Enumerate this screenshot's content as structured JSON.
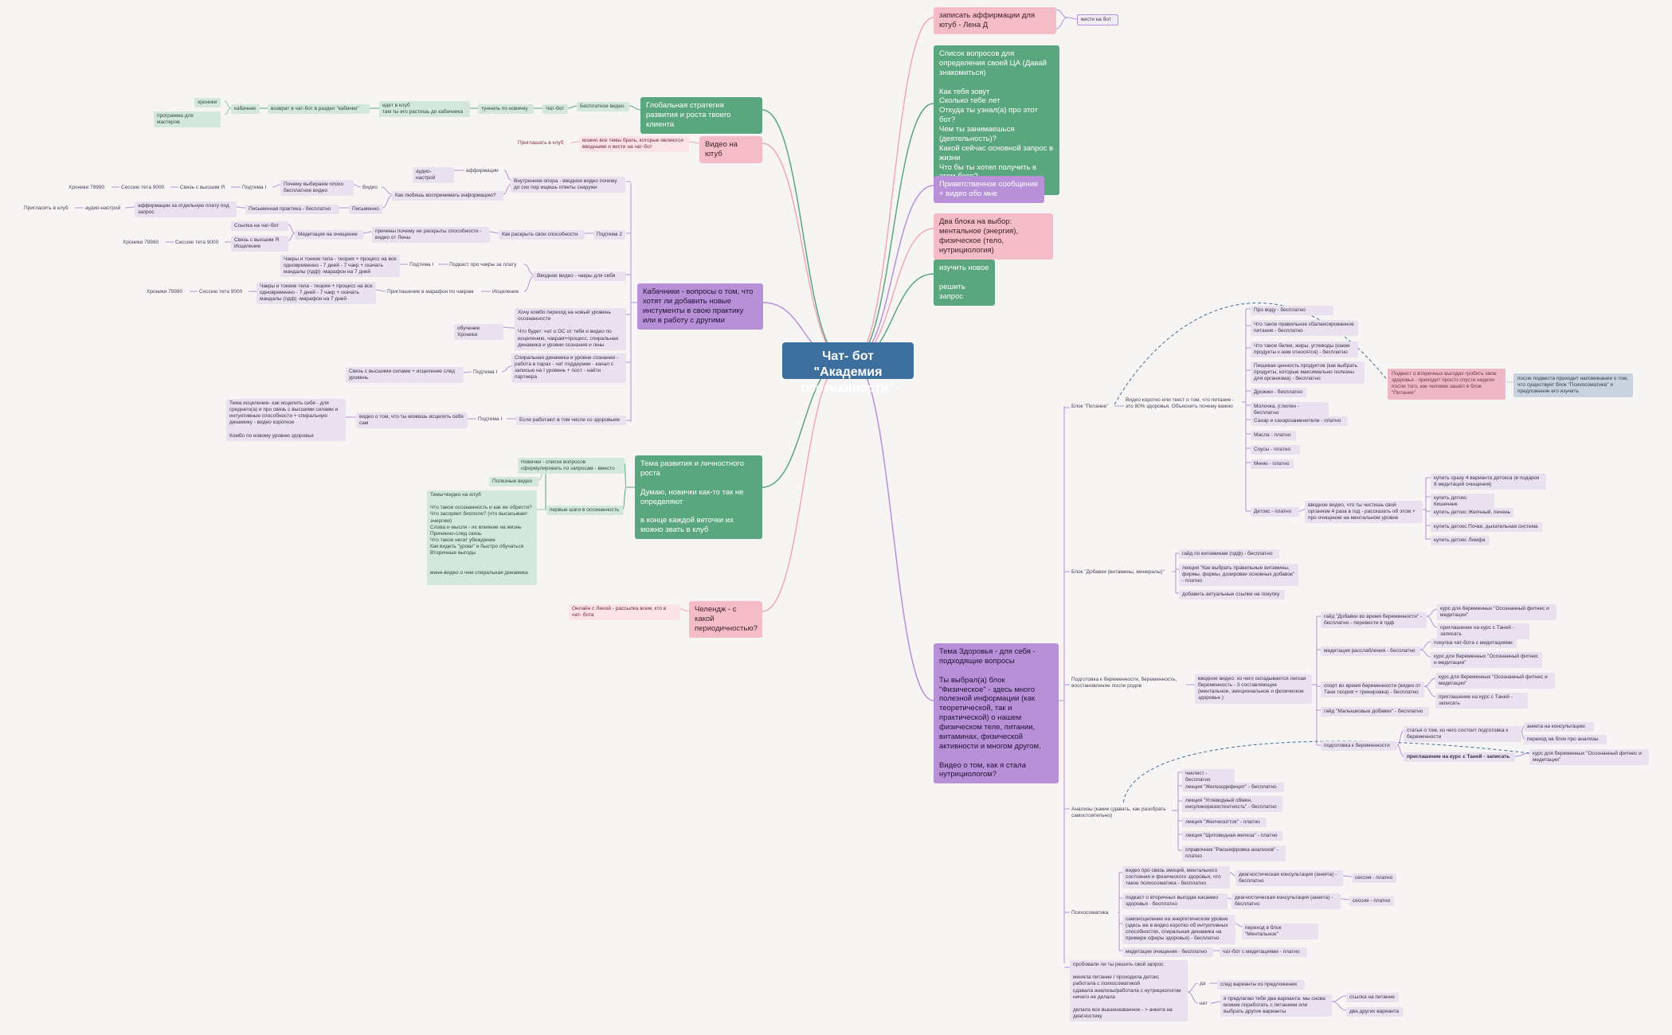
{
  "root": "Чат- бот \"Академия осознанности\"",
  "right": {
    "affirm": {
      "title": "записать аффирмации для ютуб - Лена Д",
      "child": "вести на бот"
    },
    "ca": {
      "title": "Список вопросов для определения своей ЦА (Давай знакомиться)\n\nКак тебя зовут\nСколько тебе лет\nОткуда ты узнал(а) про этот бот?\nЧем ты занимаешься (деятельность)?\nКакой сейчас основной запрос в жизни\nЧто бы ты хотел получить в этом боте?\nУвлечения"
    },
    "welcome": "Приветственное сообщение + видео обо мне",
    "two_blocks": "Два блока на выбор: ментальное (энергия), физическое (тело, нутрициология)",
    "learn": "изучить новое\n\nрешить запрос",
    "health": {
      "title": "Тема Здоровья  -  для себя - подходящие вопросы\n\nТы выбрал(а) блок \"Физическое\" - здесь много полезной информации (как теоретической, так и практической) о нашем физическом теле, питании, витаминах, физической активности и многом другом.\n\nВидео о том, как я стала нутрициологом?",
      "pitanie": {
        "label": "Блок \"Питание\"",
        "intro": "Видео коротко или текст о том, что питание - это 80% здоровья. Объяснить почему важно",
        "items": [
          "Про воду - бесплатно",
          "Что такое правильное сбалансированное питание - бесплатно",
          "Что такое белки, жиры, углеводы (какие продукты к ним относятся) - бесплатно",
          "Пищевая ценность продуктов (как выбрать продукты, которые максимально полезны для организма) - бесплатно",
          "Дрожжи - бесплатно",
          "Молочка, (глютен - бесплатно",
          "Сахар и сахарозаменители - платно",
          "Масла - платно",
          "Соусы - платно",
          "Меню - платно",
          "Детокс - платно"
        ],
        "detox_intro": "вводное видео, что ты чистишь свой организм 4 раза в год -  рассказать об этом + про очищение на ментальном уровне",
        "detox_items": [
          "купить сразу 4 варианта детокса (в подарок 8 медитаций очищения)",
          "купить детокс Кишечник",
          "купить детокс Желчный, печень",
          "купить детокс Почки, дыхательная система",
          "купить детокс Лимфа"
        ],
        "note": "Подвест о вторичных выгодах гробить свое здоровья - приходит просто спусти недели после того, как человек зашёл в блок \"Питание\"",
        "note2": "после подвеста приходит напоминание о том, что существует блок \"Психосоматика\" и предложение его изучить"
      },
      "dobavki": {
        "label": "Блок \"Добавки (витамины, минералы)\"",
        "items": [
          "гайд по витаминам (пдф) - бесплатно",
          "лекция \"Как выбрать правильные витамины, фирмы, формы, дозировки основных добавок\" - платно",
          "добавить актуальные ссылки на покупку"
        ]
      },
      "pregnancy": {
        "label": "Подготовка к беременности, беременность, восстановление после родов",
        "intro": "вводное видео: из чего складывается легкая беременность - 3 составляющие (ментальное, эмоциональное и физическое здоровье )",
        "items": [
          {
            "t": "гайд \"Добавки во время беременности\" - бесплатно - перевести в пдф",
            "c": [
              "курс для беременных \"Осознанный фитнес и медитации\"",
              "приглашение на курс с Таней  -  записать"
            ]
          },
          {
            "t": "медитация расслабления - бесплатно",
            "c": [
              "покупка чат-бота с медитациями",
              "курс для беременных \"Осознанный фитнес и медитации\""
            ]
          },
          {
            "t": "спорт во время беременности (видео от Тани теория + тренировка) - бесплатно",
            "c": [
              "курс для беременных \"Осознанный фитнес и медитации\"",
              "приглашение на курс с Таней  -  записать"
            ]
          },
          {
            "t": "гайд \"Малышковые добавки\" - бесплатно",
            "c": []
          },
          {
            "t": "подготовка к беременности",
            "c": [
              "статья о том, из чего состоит подготовка к беременности",
              "приглашение на курс с Таней  -  записать"
            ]
          }
        ],
        "deep": [
          "анкета на консультацию",
          "переход на блок про анализы",
          "курс для беременных \"Осознанный фитнес и медитации\""
        ]
      },
      "analyses": {
        "label": "Анализы (какие сдавать, как разобрать самостоятельно)",
        "items": [
          "чеклист - бесплатно",
          "лекция \"Железодефицит\" - бесплатно",
          "лекция \"Углеводный обмен, инсулинорезистентность\" - бесплатно",
          "лекция \"Желчеоотток\" - платно",
          "лекция \"Щитовидная железа\" - платно",
          "справочник \"Расшифровка анализов\" - платно"
        ]
      },
      "psycho": {
        "label": "Психосоматика",
        "items": [
          {
            "t": "видео про связь эмоций, ментального состояния и физического здоровья, что такое психосоматика - бесплатно",
            "c": "диагностическая консультация (анкета) - бесплатно",
            "d": "сессия - платно"
          },
          {
            "t": "подкаст о вторичных выгодах касаемо здоровья - бесплатно",
            "c": "диагностическая консультация (анкета) - бесплатно",
            "d": "сессия - платно"
          },
          {
            "t": "самоисцеление на энергетическом уровне (здесь же в видео коротко об интуитивных способностях, спиральная динамика на примере сферы здоровья) - бесплатно",
            "c": "переход в блок \"Ментальное\"",
            "d": ""
          },
          {
            "t": "медитация очищения - бесплатно",
            "c": "чат-бот с медитациями - платно",
            "d": ""
          }
        ]
      },
      "final": {
        "text": "пробовали ли ты решить свой запрос\n\nменяла питание / проходила детокс\nработала с психосоматикой\nсдавала анализы/работала с нутрициологом\nничего не делала\n\nделала все вышеназванное  - > анкета на диагностику",
        "yes": "да",
        "yes_c": "след варианты из предложения",
        "no": "нет",
        "no_c": "я предлагаю тебе два варианта: мы снова можем поработать с питанием или выбрать другие варианты",
        "no_d": [
          "ссылка на питание",
          "два других варианта"
        ]
      }
    }
  },
  "left": {
    "strategy": {
      "title": "Глобальная стратегия развития и роста твоего клиента",
      "chain": [
        "Бесплатное видео",
        "Чат-бот",
        "туннель по новичку",
        "идет в клуб\nтам ты его растишь до кабачника",
        "возврат в чат-бот в раздел \"кабачки\"",
        "кабачник"
      ],
      "end": [
        "хроники",
        "программа для мастеров"
      ]
    },
    "youtube": {
      "title": "Видео на ютуб",
      "c": "можно все темы брать, которые являются вводными и вести на чат-бот",
      "d": "Приглашать в клуб"
    },
    "kabachki": {
      "title": "Кабачники  -  вопросы о том, что хотят ли добавить новые инстументы в свою практику или в работу с другими",
      "b1": {
        "t": "Внутренняя опора - вводное видео почему до сих пор ищешь ответы снаружи",
        "aff": "аффирмации",
        "aud": "аудио-настрой",
        "how": "Как любишь воспринимать информацию?",
        "video": "Видео",
        "video_c": "Почему выбираем плохо бесплатное видео",
        "video_d": "Подтема I",
        "video_e": "Связь с высшим Я",
        "video_f": "Сессию тета 9000",
        "video_g": "Хроники 79990",
        "write": "Письменно",
        "write_c": "Письменная практика  - бесплатно",
        "write_d": "аффирмации за отдельную плату под запрос",
        "write_e": "аудио-настрой",
        "write_f": "Пригласить в клуб"
      },
      "b2": {
        "t": "Подтема 2",
        "c": "Как раскрыть свои способности",
        "d": "причины почему не раскрыты способности - видео от Лены",
        "e": "Медитация на очищение",
        "f1": "Ссылка на чат-бот",
        "f2": "Связь с высшим Я\nИсцеление",
        "g": "Сессию тета 9000",
        "h": "Хроники 79990"
      },
      "b3": {
        "t": "Вводное видео  - чакры для себя",
        "p1": "Подтема I",
        "p1c": "Подкаст про чакры за плату",
        "p1d": "Чакры и тонкие тела - теория + процесс на все одновременно - 7 дней - 7 чакр + скачать мандалы (пдф) -марафон на 7 дней",
        "p2": "Исцеление",
        "p2c": "Приглашение в марафон по чакрам",
        "p2d": "Чакры и тонкие тела - теория + процесс на все одновременно - 7 дней - 7 чакр + скачать мандалы (пдф) -марафон на 7 дней",
        "p2e": "Сессию тета 9000",
        "p2f": "Хроники 79990"
      },
      "b4": {
        "t": "Хочу комбо переход на новый уровень осознанности\n\nЧто будет: чат о ОС от тебя и видео по исцелению, чакрам+процесс, спиральная динамика и уровни сознания  и гены",
        "c": "обучение Хроники"
      },
      "b5": {
        "t": "Спиральная динамика и уровни сознания - работа в парах - чат поддержки - канал с записью на I уровень + пост - найти партнера",
        "c": "Подтема I",
        "d": "Связь с высшими силами + исцеление след уровень"
      },
      "b6": {
        "t": "Если работают в том числе со здоровьем",
        "c": "Подтема I",
        "d": "видео о том, что ты можешь исцелять себя сам",
        "e": "Тема исцеление- как исцелить себя - для среднего(а)  и про связь с высшими силами и интуитивные способности + спиральную динамику  -  видео короткое\n\nКомбо по новому уровню здоровья"
      }
    },
    "theme": {
      "title": "Тема развития и личностного роста\n\nДумаю, новички как-то так не определяют\n\nв конце каждой веточки их можно звать в клуб",
      "c1": "Новички -  список вопросов сформулировать по запросам  -  вместо",
      "c2": "Полезные видео",
      "c3": "первые шаги в осознанность",
      "c3d": "Темы+видео на ютуб\n\nЧто такое осознанность и как ее обрести?\nЧто засоряет биополе? (что высасывает энергию)\nСлова и мысли  - их влияние на жизнь\nПричинно-след связь\nЧто такое негат убеждение\nКак видеть \"уроки\" и быстро обучаться\nВторичные выгоды\n\n\nмини-видео о чем спиральная динамика"
    },
    "challenge": {
      "title": "Челендж - с какой периодичностью?",
      "c": "Онлайн с Леной  -  рассылка всем, кто в чат- бота"
    }
  },
  "colors": {
    "root": "#3d6f9e",
    "green": "#5aa77f",
    "purple": "#b790d8",
    "pink": "#f3bcc7"
  }
}
